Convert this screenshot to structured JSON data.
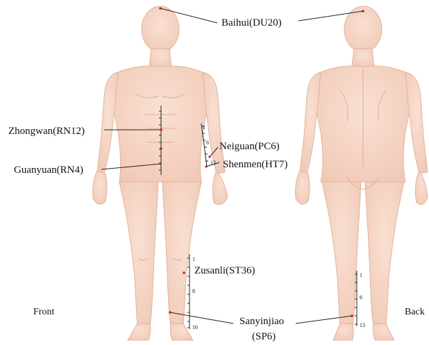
{
  "views": {
    "front": "Front",
    "back": "Back"
  },
  "points": {
    "baihui": "Baihui(DU20)",
    "zhongwan": "Zhongwan(RN12)",
    "guanyuan": "Guanyuan(RN4)",
    "neiguan": "Neiguan(PC6)",
    "shenmen": "Shenmen(HT7)",
    "zusanli": "Zusanli(ST36)",
    "sanyinjiao_line1": "Sanyinjiao",
    "sanyinjiao_line2": "(SP6)"
  },
  "scales": {
    "forearm": [
      "1",
      "6",
      "12"
    ],
    "front_leg": [
      "1",
      "8",
      "16"
    ],
    "back_leg": [
      "1",
      "6",
      "13"
    ]
  },
  "colors": {
    "skin": "#f6d6c6",
    "skin_shade": "#e9b9a3",
    "point": "#b2252b",
    "line": "#222222"
  }
}
